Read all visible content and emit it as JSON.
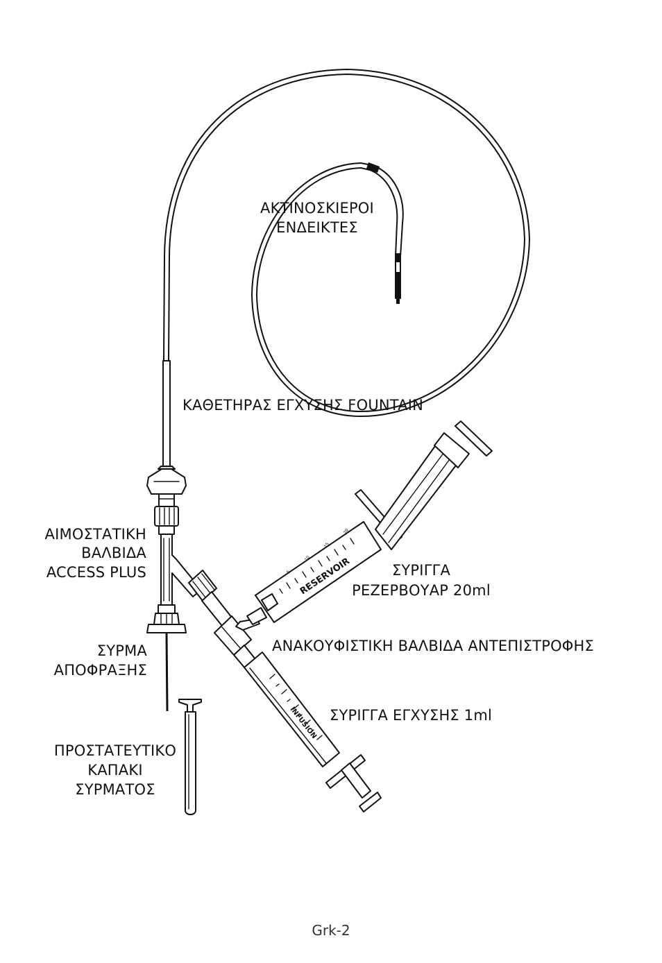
{
  "labels": {
    "markers": [
      "ΑΚΤΙΝΟΣΚΙΕΡΟΙ",
      "ΕΝΔΕΙΚΤΕΣ"
    ],
    "catheter": "ΚΑΘΕΤΗΡΑΣ ΕΓΧΥΣΗΣ FOUNTAIN",
    "valve": [
      "ΑΙΜΟΣΤΑΤΙΚΗ",
      "ΒΑΛΒΙΔΑ",
      "ACCESS PLUS"
    ],
    "reservoir_syringe": [
      "ΣΥΡΙΓΓΑ",
      "ΡΕΖΕΡΒΟΥΑΡ 20ml"
    ],
    "check_valve": "ΑΝΑΚΟΥΦΙΣΤΙΚΗ ΒΑΛΒΙΔΑ ΑΝΤΕΠΙΣΤΡΟΦΗΣ",
    "occluding_wire": [
      "ΣΥΡΜΑ",
      "ΑΠΟΦΡΑΞΗΣ"
    ],
    "infusion_syringe": "ΣΥΡΙΓΓΑ ΕΓΧΥΣΗΣ 1ml",
    "wire_cap": [
      "ΠΡΟΣΤΑΤΕΥΤΙΚΟ",
      "ΚΑΠΑΚΙ",
      "ΣΥΡΜΑΤΟΣ"
    ]
  },
  "syringe_text": {
    "reservoir": "RESERVOIR",
    "reservoir_scale": [
      "20",
      "15",
      "10",
      "5"
    ],
    "infusion": "INFUSION"
  },
  "page_code": "Grk-2"
}
